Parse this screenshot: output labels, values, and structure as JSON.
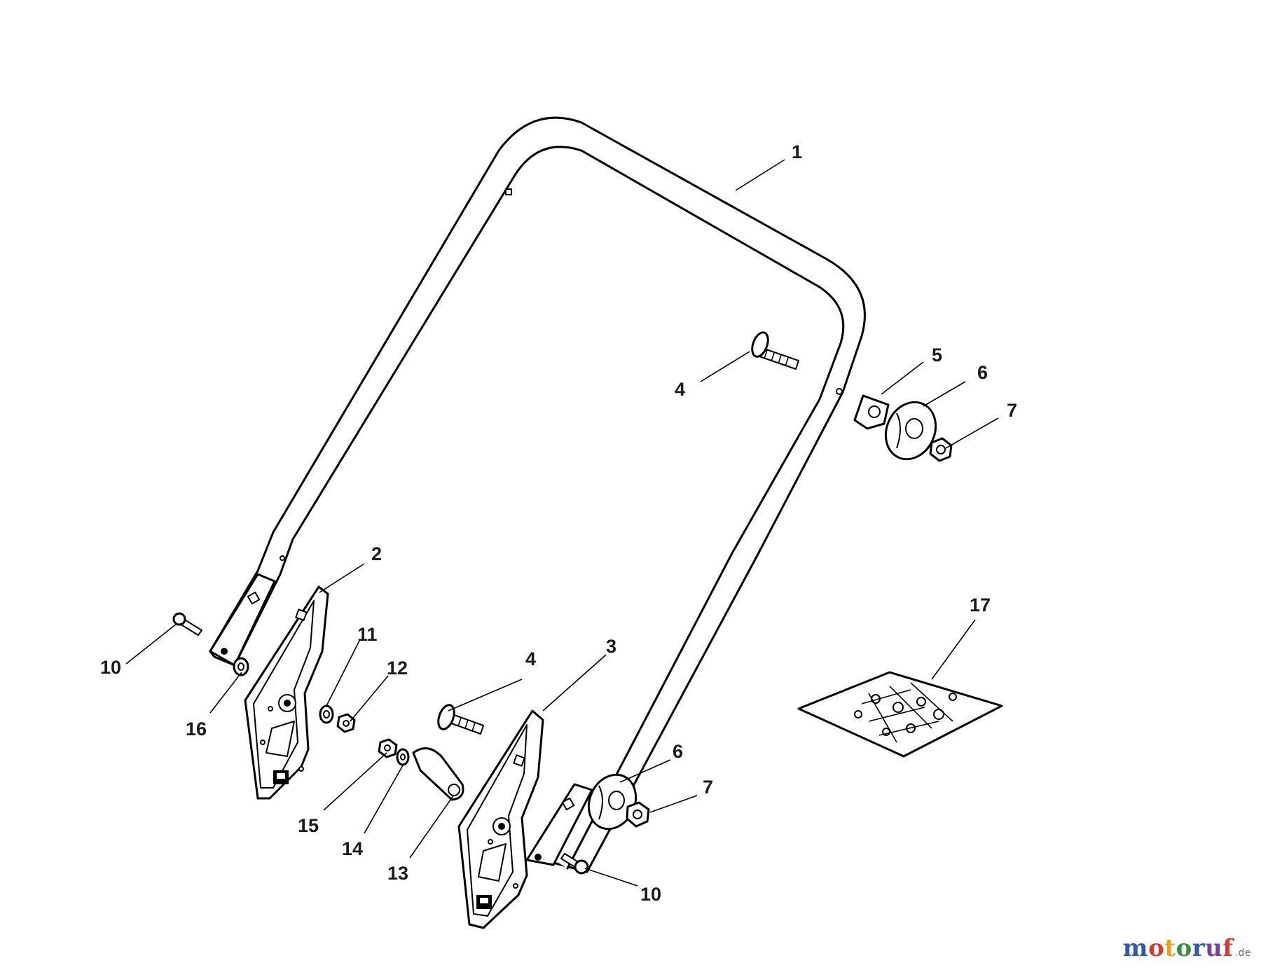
{
  "callouts": [
    {
      "id": "c1a",
      "label": "1"
    },
    {
      "id": "c2a",
      "label": "2"
    },
    {
      "id": "c3a",
      "label": "3"
    },
    {
      "id": "c4a",
      "label": "4"
    },
    {
      "id": "c4b",
      "label": "4"
    },
    {
      "id": "c5a",
      "label": "5"
    },
    {
      "id": "c6a",
      "label": "6"
    },
    {
      "id": "c6b",
      "label": "6"
    },
    {
      "id": "c7a",
      "label": "7"
    },
    {
      "id": "c7b",
      "label": "7"
    },
    {
      "id": "c10a",
      "label": "10"
    },
    {
      "id": "c10b",
      "label": "10"
    },
    {
      "id": "c11a",
      "label": "11"
    },
    {
      "id": "c12a",
      "label": "12"
    },
    {
      "id": "c13a",
      "label": "13"
    },
    {
      "id": "c14a",
      "label": "14"
    },
    {
      "id": "c15a",
      "label": "15"
    },
    {
      "id": "c16a",
      "label": "16"
    },
    {
      "id": "c17a",
      "label": "17"
    }
  ],
  "watermark": {
    "text": "motoruf",
    "suffix": ".de",
    "colors": [
      "#2e5aa8",
      "#d63b2f",
      "#e8a21a",
      "#3a8f3f",
      "#2e5aa8",
      "#7b3fa0",
      "#d63b2f"
    ]
  }
}
